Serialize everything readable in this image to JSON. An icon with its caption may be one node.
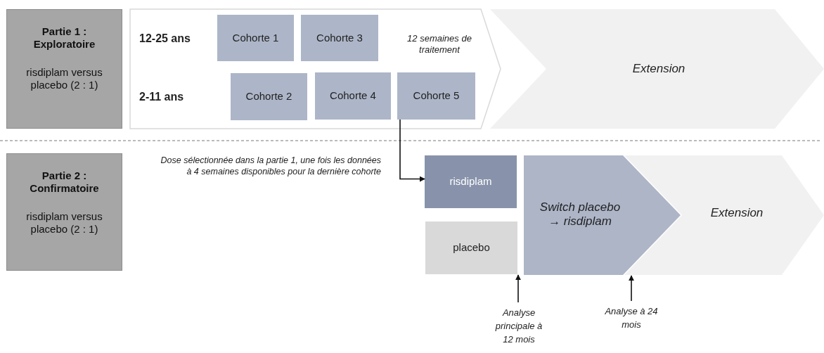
{
  "diagram": {
    "nodes": [
      {
        "text": [
          "Partie 1 : Exploratoire",
          "risdiplam versus placebo (2 : 1)"
        ]
      },
      {
        "text": [
          "12 semaines de traitement"
        ]
      },
      {
        "text": [
          "Cohorte 1"
        ],
        "in": 1
      },
      {
        "text": [
          "Cohorte 3"
        ],
        "in": 1
      },
      {
        "text": [
          "Cohorte 2"
        ],
        "in": 1
      },
      {
        "text": [
          "Cohorte 4"
        ],
        "in": 1
      },
      {
        "text": [
          "Cohorte 5"
        ],
        "in": 1
      },
      {
        "text": [
          "Extension"
        ]
      },
      {
        "text": [
          "Partie 2 : Confirmatoire",
          "risdiplam versus placebo (2 : 1)"
        ]
      },
      {
        "text": [
          "risdiplam"
        ]
      },
      {
        "text": [
          "placebo"
        ]
      },
      {
        "text": [
          "Switch placebo → risdiplam"
        ]
      },
      {
        "text": [
          "Extension"
        ]
      },
      {
        "text": [
          "Analyse principale à 12 mois"
        ]
      },
      {
        "text": [
          "Analyse à 24 mois"
        ]
      }
    ],
    "edges": [
      {
        "from": 6,
        "to": 9,
        "arrow": "to"
      },
      {
        "from": 13,
        "to": 10,
        "arrow": "to"
      },
      {
        "from": 14,
        "to": 11,
        "arrow": "to"
      }
    ],
    "labels": [
      "12-25 ans",
      "2-11 ans",
      "Dose sélectionnée dans la partie 1, une fois les données à 4 semaines disponibles pour la dernière cohorte"
    ]
  }
}
